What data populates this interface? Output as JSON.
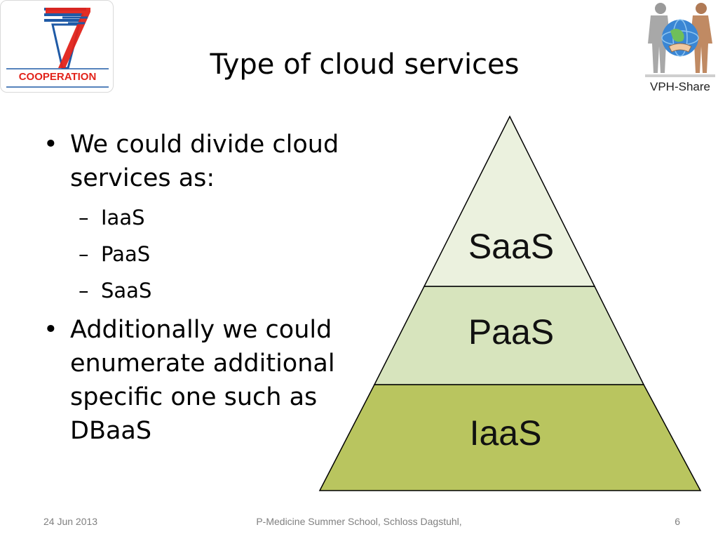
{
  "header": {
    "title": "Type of cloud services",
    "left_logo_text": "COOPERATION",
    "right_logo_text": "VPH-Share",
    "left_logo_icon": "fp7-cooperation-logo",
    "right_logo_icon": "vph-share-logo"
  },
  "content": {
    "bullets": [
      {
        "text": "We could divide cloud services as:",
        "line1": "We could divide cloud",
        "line2": "services as:",
        "sub": [
          "IaaS",
          "PaaS",
          "SaaS"
        ]
      },
      {
        "text": "Additionally we could enumerate additional specific one such as DBaaS",
        "line1": "Additionally we could",
        "line2": "enumerate additional",
        "line3": "specific one such as",
        "line4": "DBaaS"
      }
    ],
    "bullet_symbol": "•",
    "dash_symbol": "–"
  },
  "pyramid": {
    "layers": [
      {
        "label": "SaaS",
        "color": "#ebf1de"
      },
      {
        "label": "PaaS",
        "color": "#d7e4bd"
      },
      {
        "label": "IaaS",
        "color": "#b9c55f"
      }
    ],
    "outline_color": "#000000"
  },
  "footer": {
    "date": "24 Jun 2013",
    "center": "P-Medicine Summer School, Schloss Dagstuhl,",
    "page": "6"
  },
  "colors": {
    "fp7_blue": "#1f5aa6",
    "fp7_red": "#e2231a",
    "footer_gray": "#808080"
  }
}
